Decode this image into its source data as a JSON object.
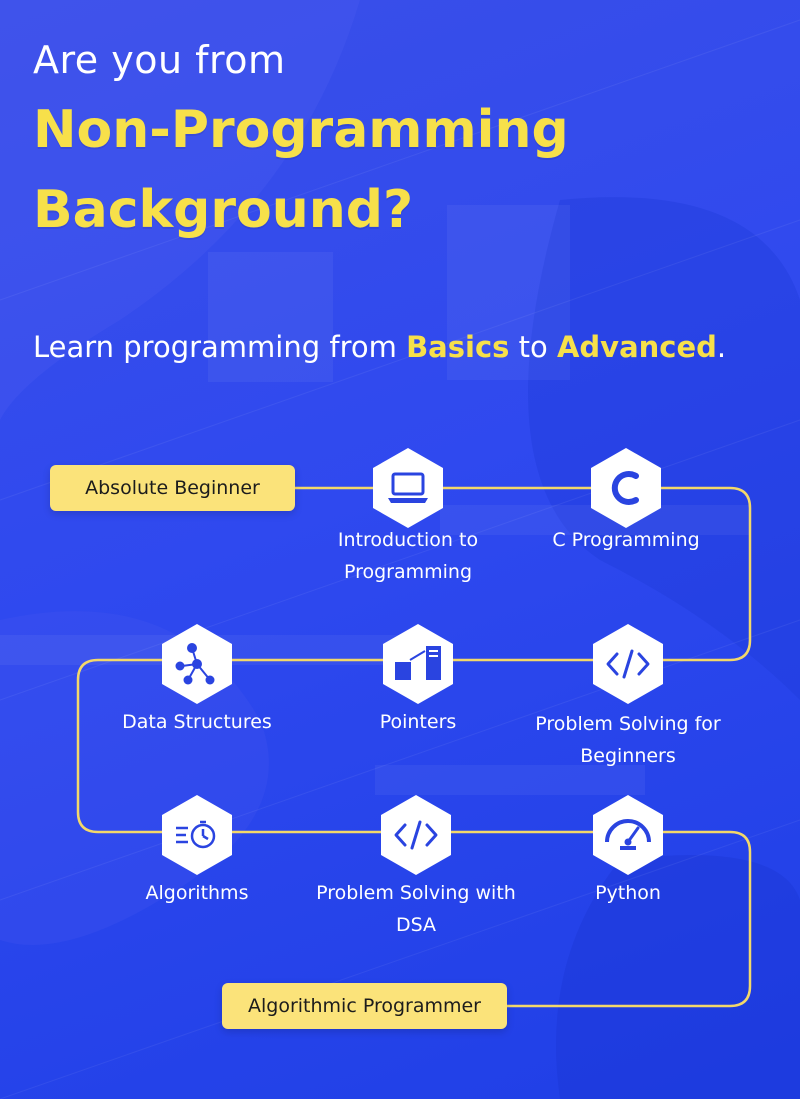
{
  "header": {
    "line1": "Are you from",
    "line2": "Non-Programming",
    "line3": "Background?"
  },
  "subtitle": {
    "prefix": "Learn programming from ",
    "highlight1": "Basics",
    "middle": " to ",
    "highlight2": "Advanced",
    "suffix": "."
  },
  "roadmap": {
    "start_label": "Absolute Beginner",
    "end_label": "Algorithmic Programmer",
    "steps": [
      {
        "line1": "Introduction to",
        "line2": "Programming",
        "icon": "laptop-icon"
      },
      {
        "line1": "C Programming",
        "line2": "",
        "icon": "c-letter-icon"
      },
      {
        "line1": "Problem Solving for",
        "line2": "Beginners",
        "icon": "code-brackets-icon"
      },
      {
        "line1": "Pointers",
        "line2": "",
        "icon": "pointer-memory-icon"
      },
      {
        "line1": "Data Structures",
        "line2": "",
        "icon": "tree-structure-icon"
      },
      {
        "line1": "Algorithms",
        "line2": "",
        "icon": "stopwatch-list-icon"
      },
      {
        "line1": "Problem Solving with",
        "line2": "DSA",
        "icon": "code-brackets-icon"
      },
      {
        "line1": "Python",
        "line2": "",
        "icon": "speedometer-icon"
      }
    ]
  },
  "colors": {
    "background": "#2f49ef",
    "accent_yellow": "#f7e04a",
    "tag_yellow": "#fbe37a",
    "icon_blue": "#2a44e0",
    "path_line": "#f3d86a"
  }
}
